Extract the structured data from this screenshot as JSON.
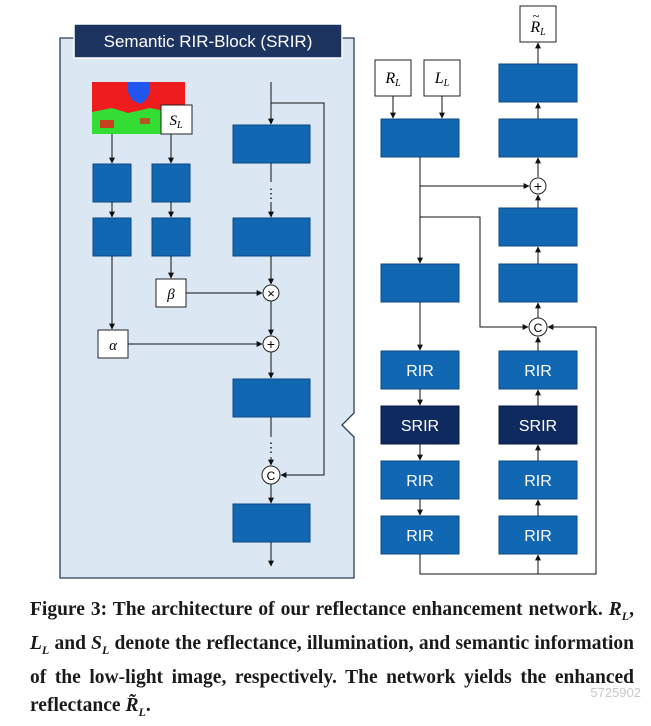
{
  "panel": {
    "title": "Semantic RIR-Block (SRIR)"
  },
  "blocks": {
    "rir_label": "RIR",
    "srir_label": "SRIR"
  },
  "ops": {
    "add": "+",
    "mul": "×",
    "concat": "C"
  },
  "symbols": {
    "R": "R",
    "L": "L",
    "S": "S",
    "sub_L": "L",
    "tilde": "~",
    "alpha": "α",
    "beta": "β",
    "continuation": "⋮"
  },
  "caption": {
    "label": "Figure 3:",
    "part1": " The architecture of our reflectance enhancement network. ",
    "sym_R": "R",
    "sym_L": "L",
    "sym_S": "S",
    "sub": "L",
    "comma": ", ",
    "and": " and ",
    "part2": " denote the reflectance, illumination, and semantic information of the low-light image, respectively. The network yields the enhanced reflectance ",
    "sym_Rt": "R̃",
    "end": "."
  },
  "watermark": "5725902",
  "colors": {
    "panel_fill": "#dbe7f3",
    "panel_stroke": "#2c3d50",
    "header_fill": "#1d3360",
    "block_fill": "#1167b1",
    "block_stroke": "#0a4a85",
    "srir_fill": "#0f2a5e",
    "seg_red": "#ee1c1c",
    "seg_green": "#33dd33",
    "seg_blue": "#2255ee"
  }
}
